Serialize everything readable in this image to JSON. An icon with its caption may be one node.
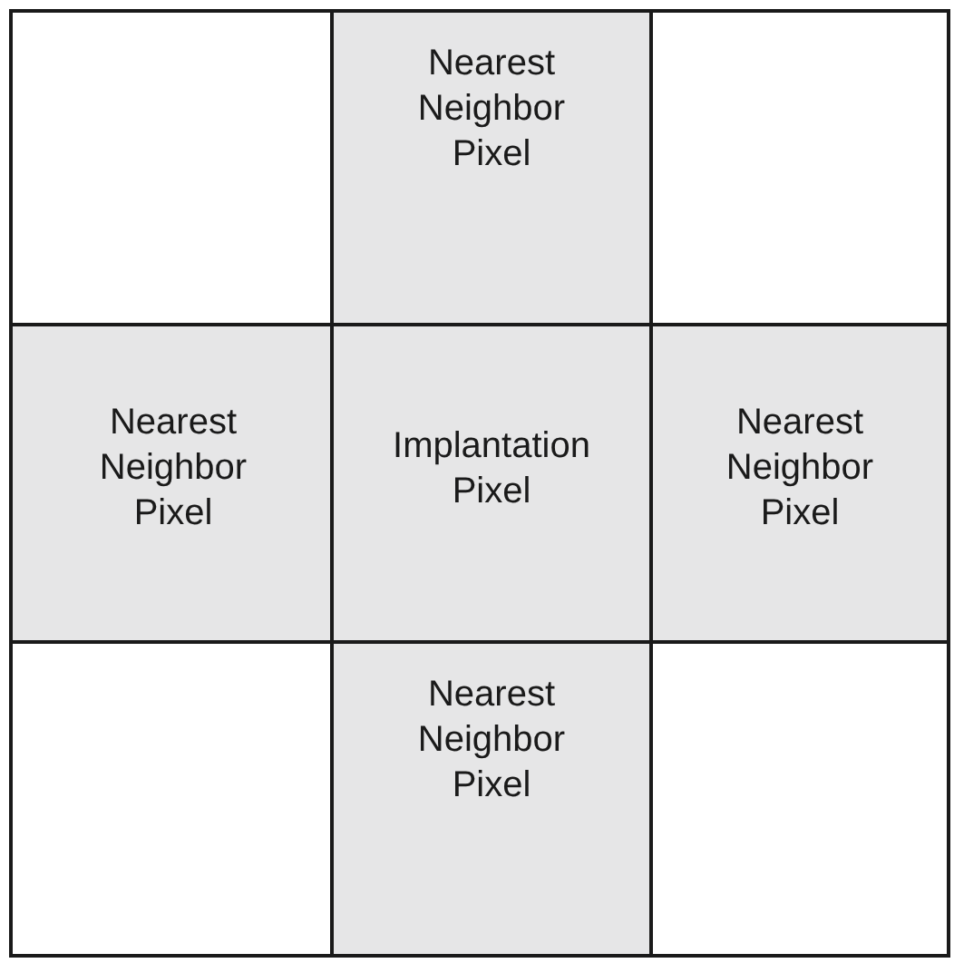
{
  "diagram": {
    "nodes": [
      {
        "text": [],
        "shape": "box"
      },
      {
        "text": [
          "Nearest Neighbor Pixel"
        ]
      },
      {
        "text": [],
        "shape": "box"
      },
      {
        "text": [
          "Nearest Neighbor Pixel"
        ]
      },
      {
        "text": [
          "Implantation Pixel"
        ]
      },
      {
        "text": [
          "Nearest Neighbor Pixel"
        ]
      },
      {
        "text": [],
        "shape": "box"
      },
      {
        "text": [
          "Nearest Neighbor Pixel"
        ]
      },
      {
        "text": [],
        "shape": "box"
      }
    ]
  }
}
